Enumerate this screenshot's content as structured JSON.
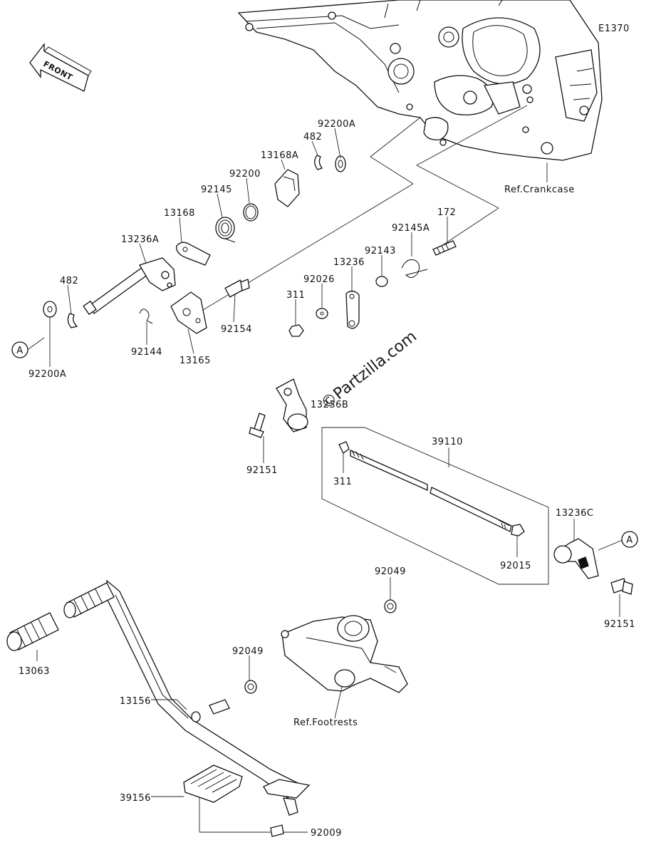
{
  "diagram_id": "E1370",
  "direction_label": "FRONT",
  "watermark": "©Partzilla.com",
  "refs": {
    "crankcase": "Ref.Crankcase",
    "footrests": "Ref.Footrests"
  },
  "callout_marker": "A",
  "parts": {
    "p92200A_top": "92200A",
    "p482_top": "482",
    "p13168A": "13168A",
    "p92200": "92200",
    "p92145": "92145",
    "p13168": "13168",
    "p13236A": "13236A",
    "p482_left": "482",
    "p92200A_left": "92200A",
    "p92144": "92144",
    "p13165": "13165",
    "p92154": "92154",
    "p172": "172",
    "p92145A": "92145A",
    "p92143": "92143",
    "p13236": "13236",
    "p92026": "92026",
    "p311_top": "311",
    "p13236B": "13236B",
    "p92151_left": "92151",
    "p39110": "39110",
    "p311_mid": "311",
    "p13236C": "13236C",
    "p92015": "92015",
    "p92151_right": "92151",
    "p92049_top": "92049",
    "p92049_mid": "92049",
    "p13063": "13063",
    "p13156": "13156",
    "p39156": "39156",
    "p92009": "92009"
  }
}
